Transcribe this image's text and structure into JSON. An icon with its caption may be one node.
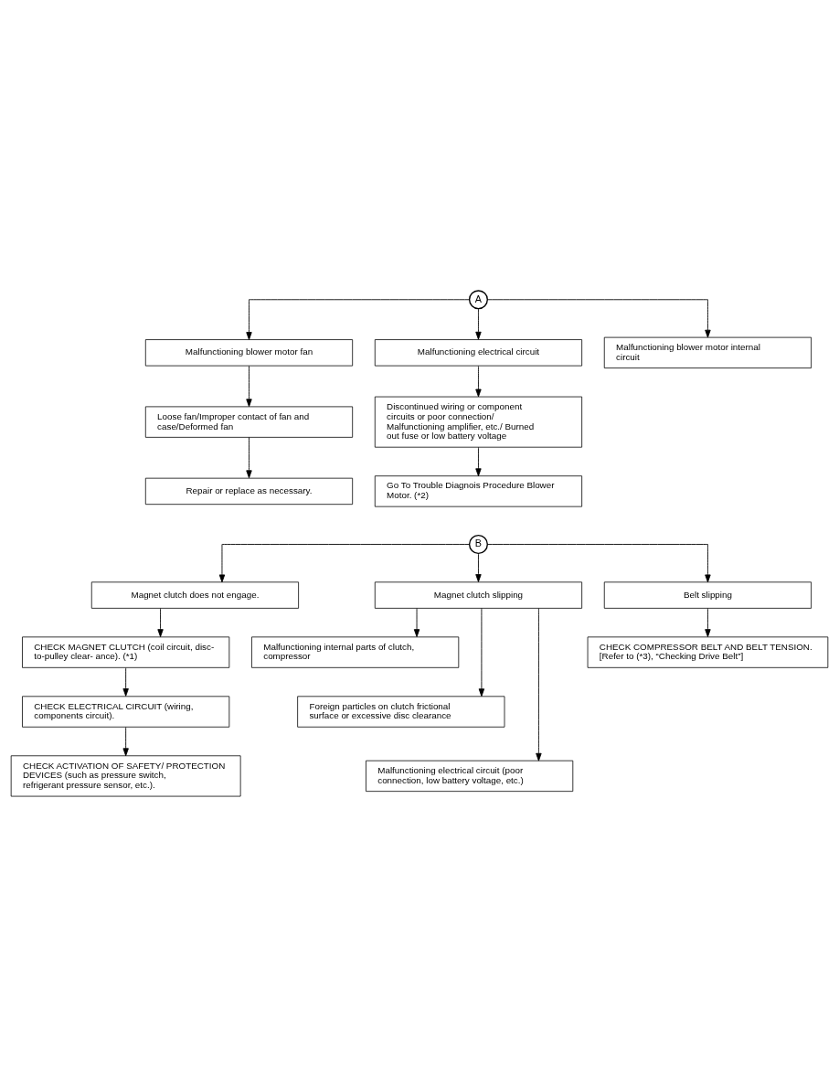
{
  "diagram": {
    "nodes": [
      {
        "text": [
          "A"
        ]
      },
      {
        "text": [
          "Malfunctioning blower motor fan"
        ]
      },
      {
        "text": [
          "Malfunctioning electrical circuit"
        ]
      },
      {
        "text": [
          "Malfunctioning blower motor internal circuit"
        ]
      },
      {
        "text": [
          "Loose fan/Improper contact of fan and case/Deformed fan"
        ]
      },
      {
        "text": [
          "Discontinued wiring or component circuits or poor connection/ Malfunctioning amplifier, etc./ Burned out fuse or low battery voltage"
        ]
      },
      {
        "text": [
          "Repair or replace as necessary."
        ]
      },
      {
        "text": [
          "Go To Trouble Diagnois Procedure Blower Motor. (*2)"
        ]
      },
      {
        "text": [
          "B"
        ]
      },
      {
        "text": [
          "Magnet clutch does not engage."
        ]
      },
      {
        "text": [
          "Magnet clutch slipping"
        ]
      },
      {
        "text": [
          "Belt slipping"
        ]
      },
      {
        "text": [
          "CHECK MAGNET CLUTCH (coil circuit, disc-to-pulley clear- ance). (*1)"
        ]
      },
      {
        "text": [
          "CHECK COMPRESSOR BELT AND BELT TENSION. [Refer to (*3), “Checking Drive Belt”]"
        ]
      },
      {
        "text": [
          "CHECK ELECTRICAL CIRCUIT (wiring, components circuit)."
        ]
      },
      {
        "text": [
          "CHECK ACTIVATION OF SAFETY/ PROTECTION DEVICES (such as pressure switch, refrigerant pressure sensor, etc.)."
        ]
      },
      {
        "text": [
          "Malfunctioning internal parts of clutch, compressor"
        ]
      },
      {
        "text": [
          "Foreign particles on clutch frictional surface or excessive disc clearance"
        ]
      },
      {
        "text": [
          "Malfunctioning electrical circuit (poor connection, low battery voltage, etc.)"
        ]
      }
    ],
    "edges": [
      {
        "from": 0,
        "to": 1,
        "arrow": "to"
      },
      {
        "from": 0,
        "to": 2,
        "arrow": "to"
      },
      {
        "from": 0,
        "to": 3,
        "arrow": "to"
      },
      {
        "from": 1,
        "to": 4,
        "arrow": "to"
      },
      {
        "from": 4,
        "to": 6,
        "arrow": "to"
      },
      {
        "from": 2,
        "to": 5,
        "arrow": "to"
      },
      {
        "from": 5,
        "to": 7,
        "arrow": "to"
      },
      {
        "from": 8,
        "to": 9,
        "arrow": "to"
      },
      {
        "from": 8,
        "to": 10,
        "arrow": "to"
      },
      {
        "from": 8,
        "to": 11,
        "arrow": "to"
      },
      {
        "from": 9,
        "to": 12,
        "arrow": "to"
      },
      {
        "from": 12,
        "to": 14,
        "arrow": "to"
      },
      {
        "from": 14,
        "to": 15,
        "arrow": "to"
      },
      {
        "from": 11,
        "to": 13,
        "arrow": "to"
      },
      {
        "from": 10,
        "to": 16,
        "arrow": "to"
      },
      {
        "from": 10,
        "to": 17,
        "arrow": "to"
      },
      {
        "from": 10,
        "to": 18,
        "arrow": "to"
      }
    ]
  }
}
